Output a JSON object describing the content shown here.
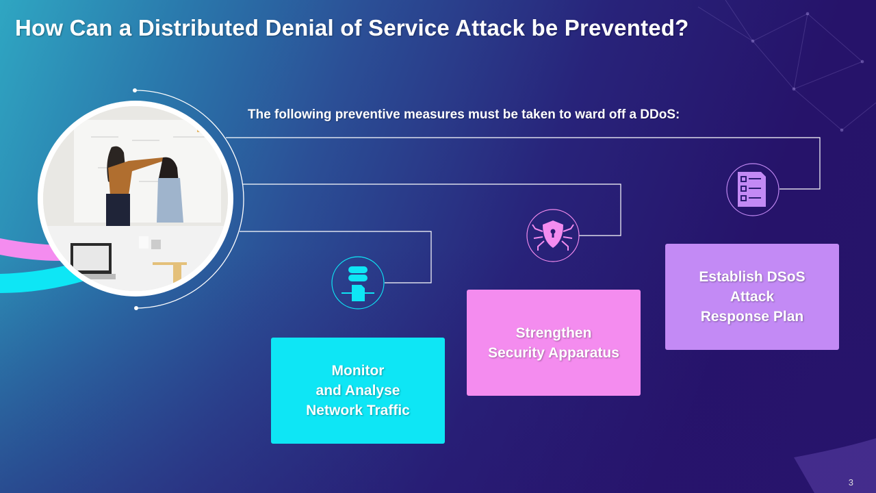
{
  "slide": {
    "title": "How Can a Distributed Denial of Service Attack be Prevented?",
    "subtitle": "The following  preventive measures must be taken to ward off a DDoS:",
    "page_number": "3",
    "steps": [
      {
        "lines": [
          "Monitor",
          "and Analyse",
          "Network Traffic"
        ],
        "icon": "server-network-icon",
        "color": "#0ee6f5"
      },
      {
        "lines": [
          "Strengthen",
          "Security Apparatus"
        ],
        "icon": "shield-lock-circuit-icon",
        "color": "#f48cef"
      },
      {
        "lines": [
          "Establish DSoS",
          "Attack",
          "Response Plan"
        ],
        "icon": "checklist-document-icon",
        "color": "#c38af5"
      }
    ]
  }
}
